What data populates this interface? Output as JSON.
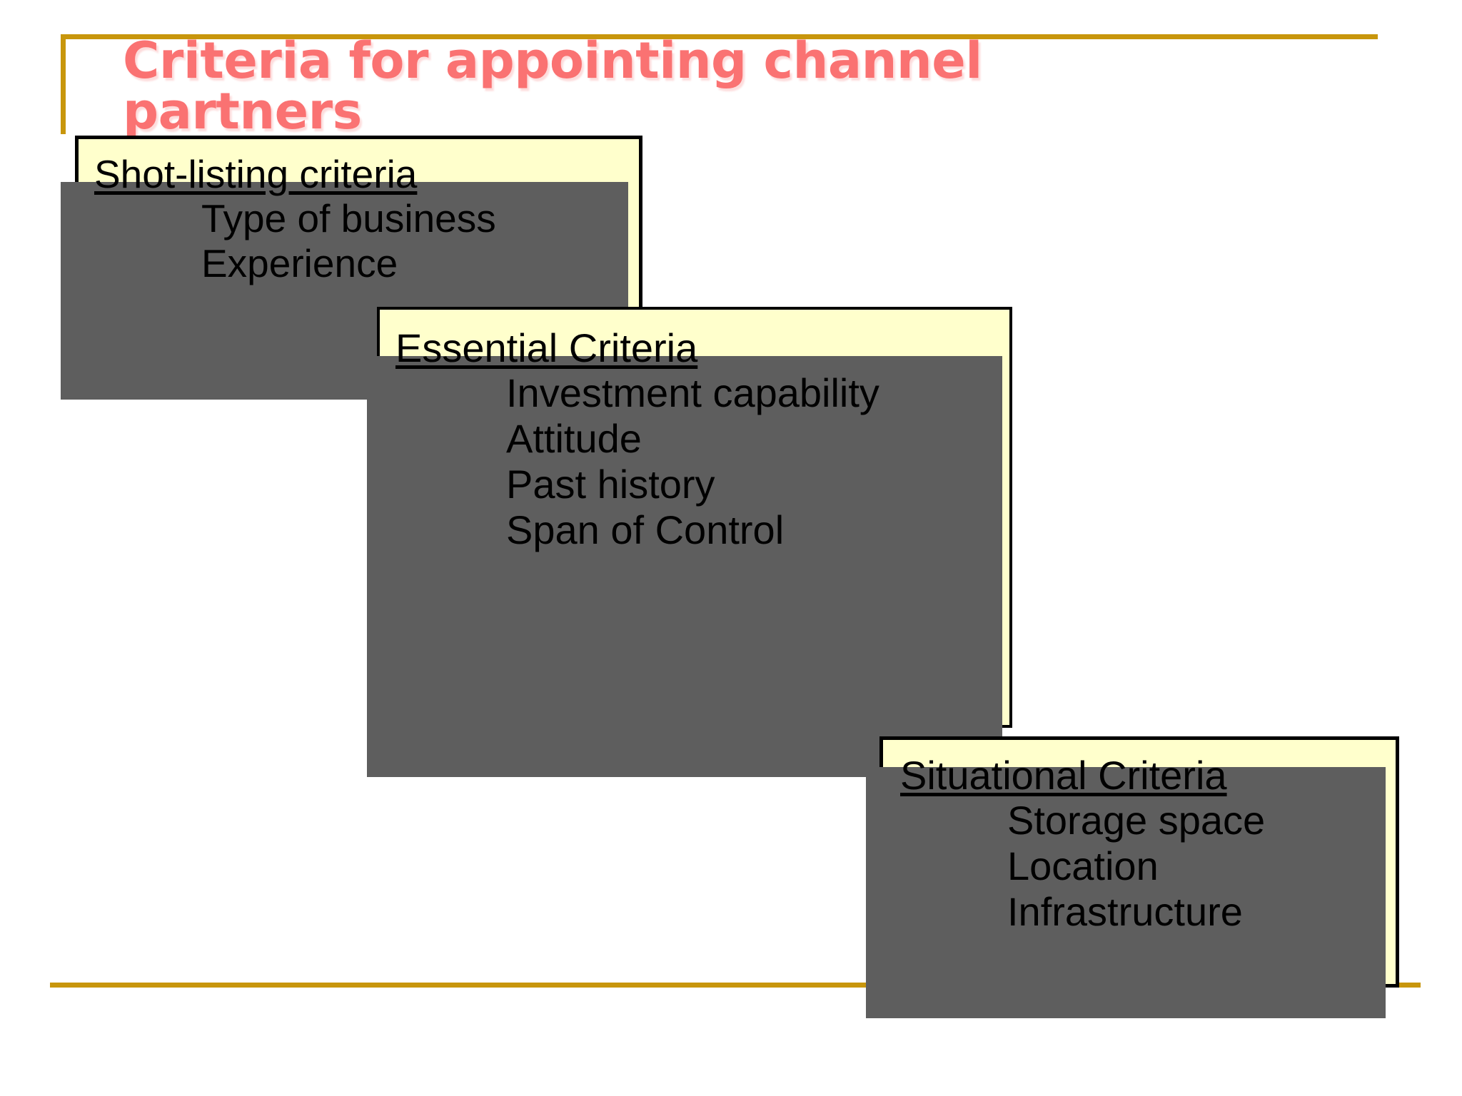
{
  "slide": {
    "title": "Criteria for appointing channel\npartners",
    "title_color": "#fa7272",
    "rule_color": "#c8960c",
    "box_fill": "#ffffcc",
    "box_border": "#000000",
    "box_shadow": "#5e5e5e"
  },
  "boxes": [
    {
      "id": "shortlisting",
      "heading": "Shot-listing criteria",
      "items": [
        "Type of business",
        "Experience"
      ]
    },
    {
      "id": "essential",
      "heading": "Essential Criteria",
      "items": [
        "Investment capability",
        "Attitude",
        "Past history",
        "Span of Control"
      ]
    },
    {
      "id": "situational",
      "heading": "Situational Criteria",
      "items": [
        "Storage space",
        "Location",
        "Infrastructure"
      ]
    }
  ]
}
